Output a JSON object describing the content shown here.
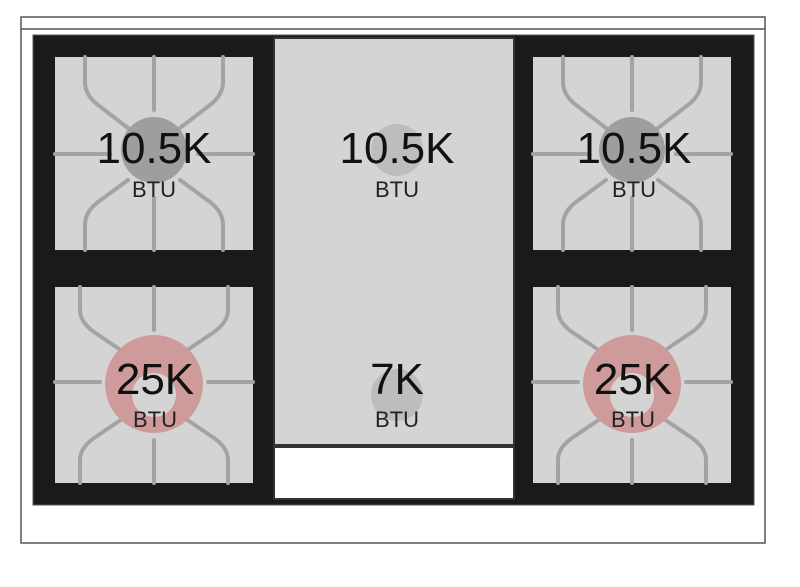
{
  "colors": {
    "grate": "#1a1a1a",
    "plate": "#d4d4d4",
    "grate_bar": "#a3a3a3",
    "burner_standard": "#9e9e9e",
    "burner_high": "#cf9a9a",
    "border": "#444444"
  },
  "burners": [
    {
      "id": "left-rear",
      "value": "10.5K",
      "unit": "BTU",
      "type": "standard"
    },
    {
      "id": "center-rear",
      "value": "10.5K",
      "unit": "BTU",
      "type": "griddle"
    },
    {
      "id": "right-rear",
      "value": "10.5K",
      "unit": "BTU",
      "type": "standard"
    },
    {
      "id": "left-front",
      "value": "25K",
      "unit": "BTU",
      "type": "high"
    },
    {
      "id": "center-front",
      "value": "7K",
      "unit": "BTU",
      "type": "griddle"
    },
    {
      "id": "right-front",
      "value": "25K",
      "unit": "BTU",
      "type": "high"
    }
  ]
}
